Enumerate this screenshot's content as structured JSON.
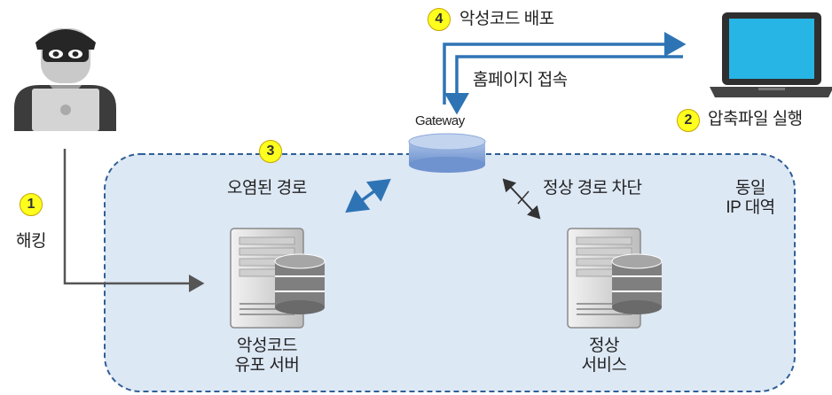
{
  "steps": {
    "s1": "1",
    "s2": "2",
    "s3": "3",
    "s4": "4"
  },
  "labels": {
    "hacking": "해킹",
    "distribute": "악성코드 배포",
    "homepage_access": "홈페이지 접속",
    "gateway": "Gateway",
    "run_zip": "압축파일 실행",
    "polluted_path": "오염된 경로",
    "normal_path_block": "정상 경로 차단",
    "same_ip_line1": "동일",
    "same_ip_line2": "IP 대역",
    "malware_server_line1": "악성코드",
    "malware_server_line2": "유포 서버",
    "normal_service_line1": "정상",
    "normal_service_line2": "서비스"
  },
  "colors": {
    "arrow_blue": "#2e74b5",
    "region_fill": "#dde8f5",
    "region_border": "#2f5f96",
    "badge_yellow": "#ffff1e",
    "hacker_arrow": "#555555"
  }
}
